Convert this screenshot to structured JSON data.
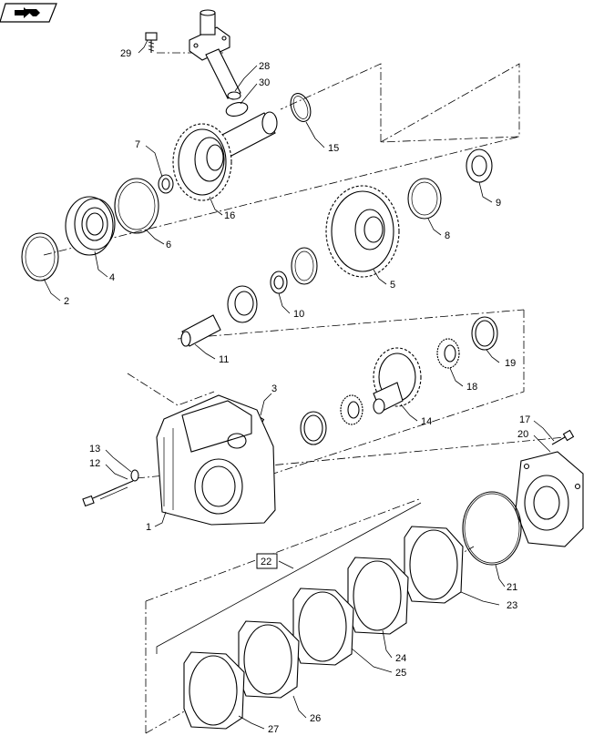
{
  "callouts": [
    {
      "id": "c1",
      "text": "1"
    },
    {
      "id": "c2",
      "text": "2"
    },
    {
      "id": "c3",
      "text": "3"
    },
    {
      "id": "c4",
      "text": "4"
    },
    {
      "id": "c5",
      "text": "5"
    },
    {
      "id": "c6",
      "text": "6"
    },
    {
      "id": "c7",
      "text": "7"
    },
    {
      "id": "c8",
      "text": "8"
    },
    {
      "id": "c9",
      "text": "9"
    },
    {
      "id": "c10",
      "text": "10"
    },
    {
      "id": "c11",
      "text": "11"
    },
    {
      "id": "c12",
      "text": "12"
    },
    {
      "id": "c13",
      "text": "13"
    },
    {
      "id": "c14",
      "text": "14"
    },
    {
      "id": "c15",
      "text": "15"
    },
    {
      "id": "c16",
      "text": "16"
    },
    {
      "id": "c17",
      "text": "17"
    },
    {
      "id": "c18",
      "text": "18"
    },
    {
      "id": "c19",
      "text": "19"
    },
    {
      "id": "c20",
      "text": "20"
    },
    {
      "id": "c21",
      "text": "21"
    },
    {
      "id": "c22",
      "text": "22"
    },
    {
      "id": "c23",
      "text": "23"
    },
    {
      "id": "c24",
      "text": "24"
    },
    {
      "id": "c25",
      "text": "25"
    },
    {
      "id": "c26",
      "text": "26"
    },
    {
      "id": "c27",
      "text": "27"
    },
    {
      "id": "c28",
      "text": "28"
    },
    {
      "id": "c29",
      "text": "29"
    },
    {
      "id": "c30",
      "text": "30"
    }
  ],
  "icons": {
    "nav": "page-navigation-icon"
  }
}
